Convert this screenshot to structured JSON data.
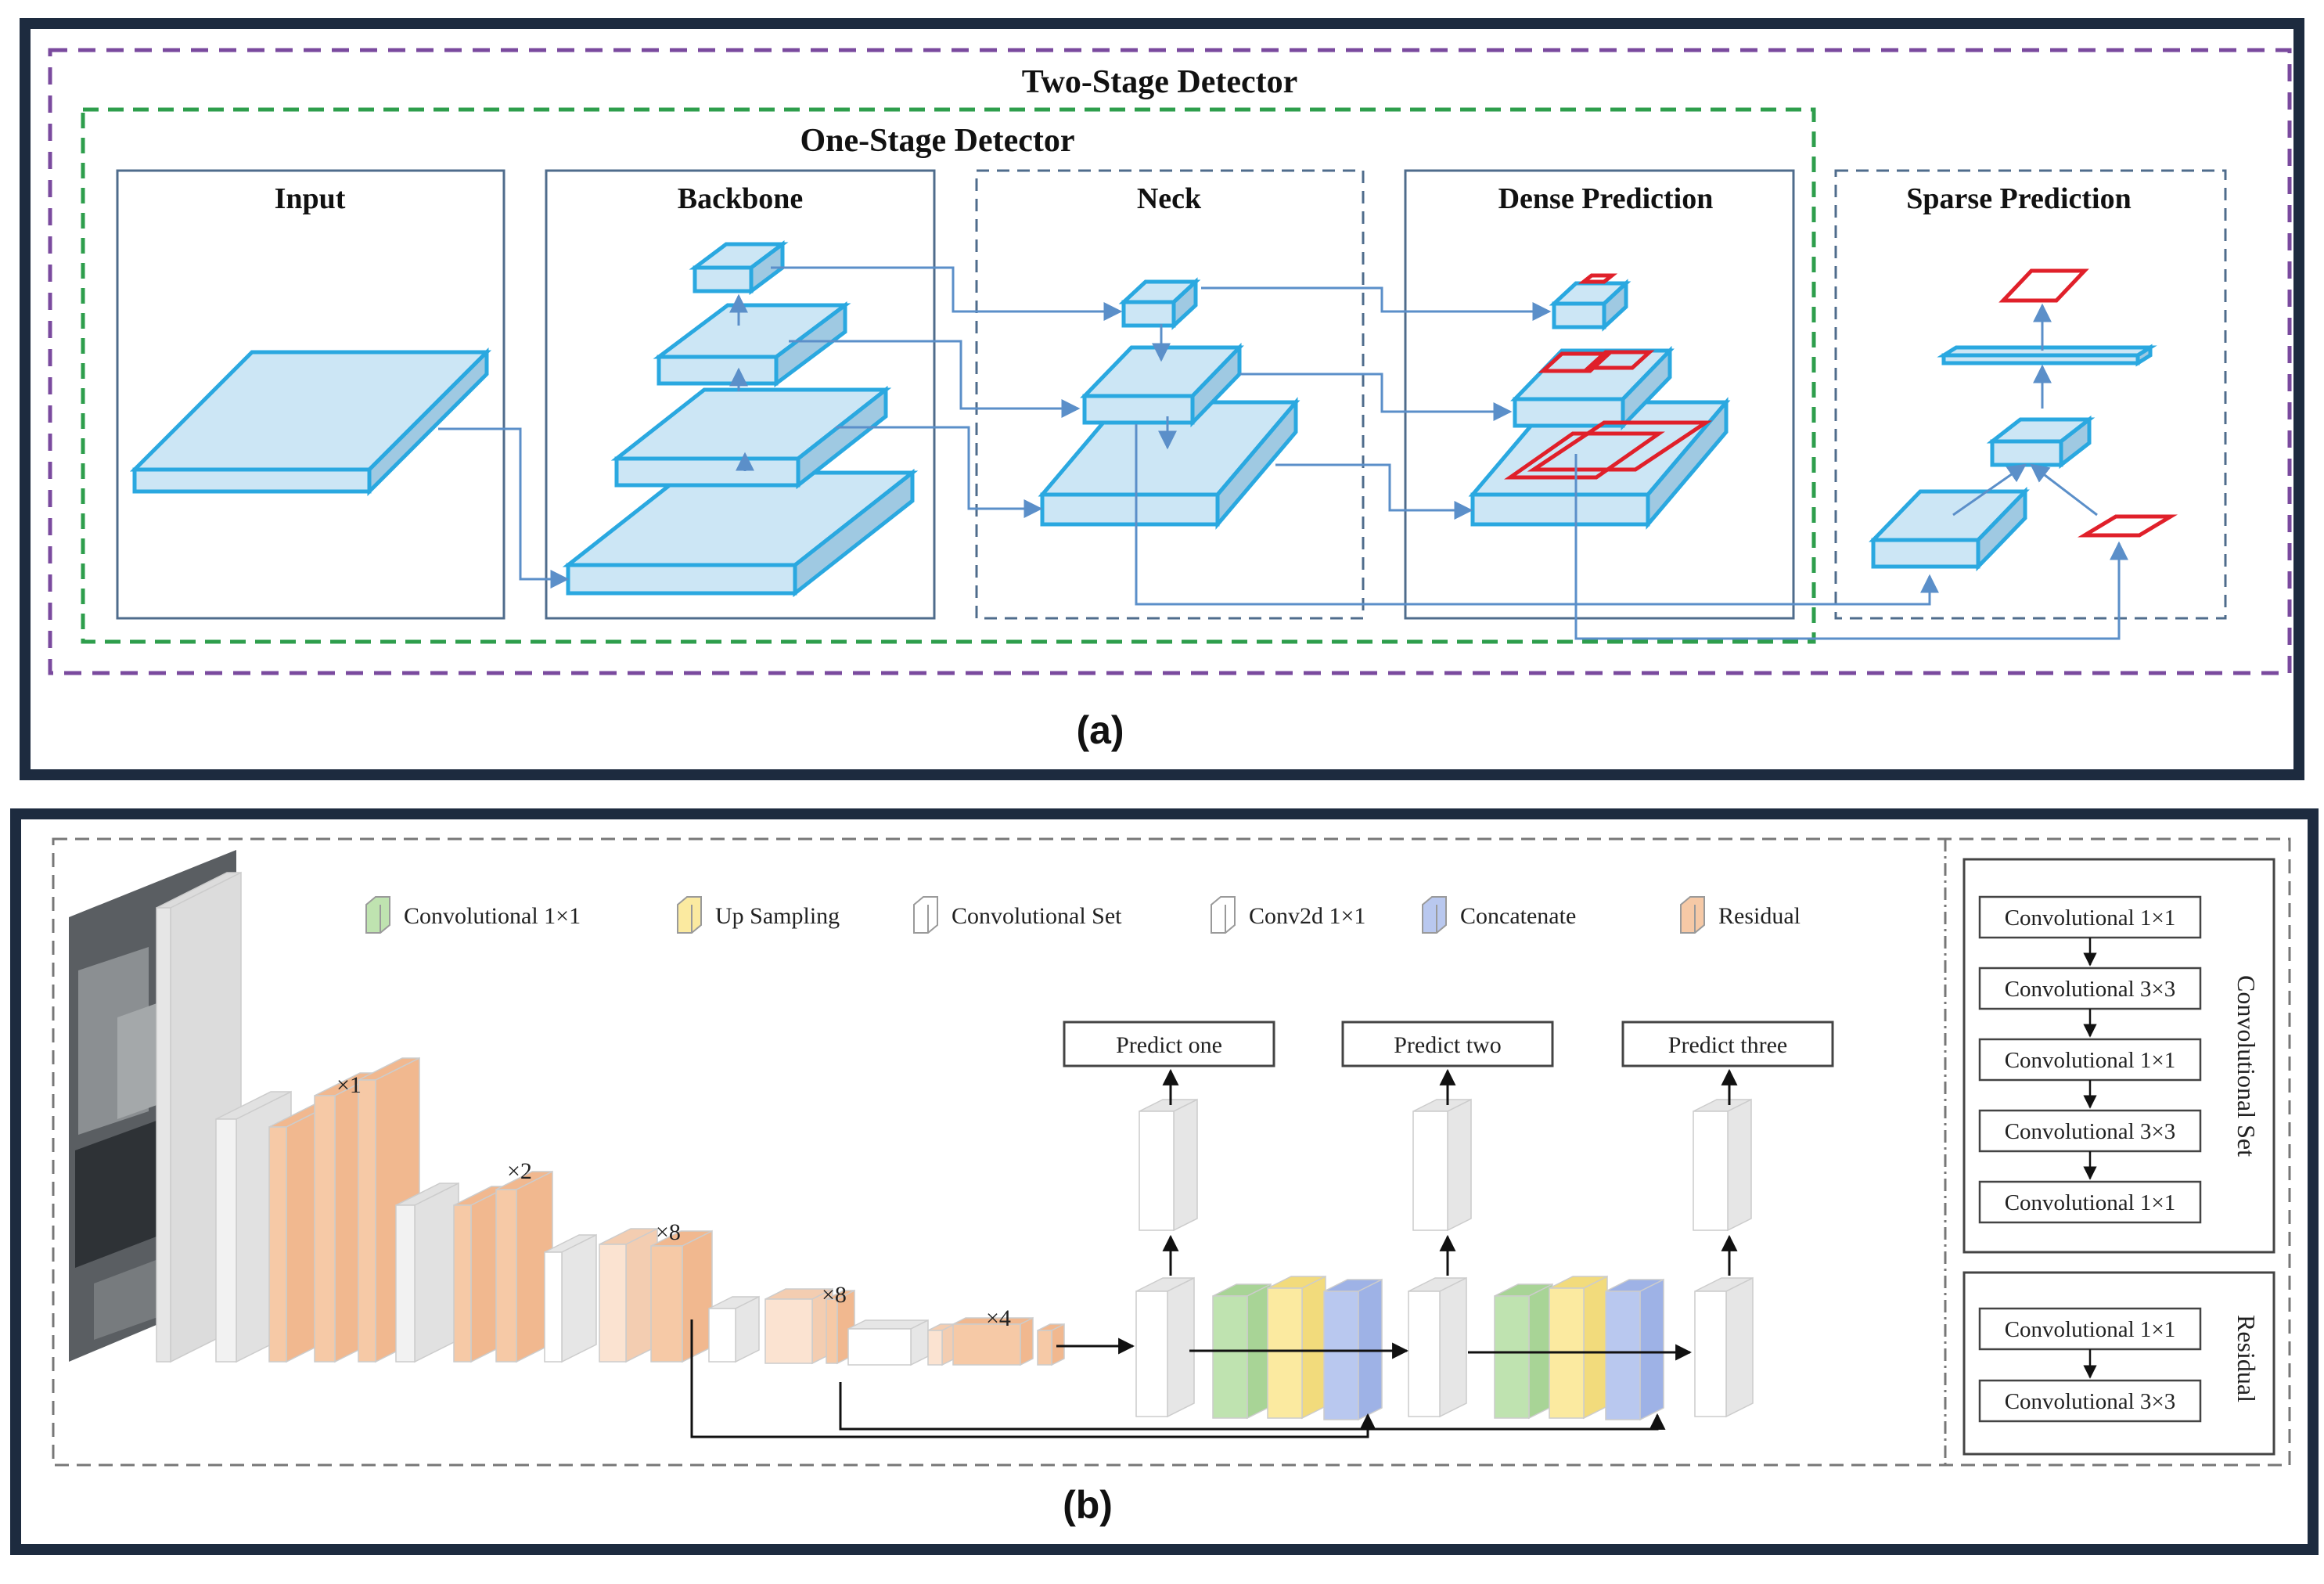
{
  "panel_a": {
    "caption": "(a)",
    "two_stage_title": "Two-Stage Detector",
    "one_stage_title": "One-Stage Detector",
    "stages": {
      "input": "Input",
      "backbone": "Backbone",
      "neck": "Neck",
      "dense": "Dense Prediction",
      "sparse": "Sparse Prediction"
    },
    "colors": {
      "block_fill": "#cce6f5",
      "block_edge": "#2aa8e0",
      "box_red": "#e0202a",
      "arrow": "#5b8fc9",
      "purple": "#7a4a9e",
      "green": "#2e9e4c"
    }
  },
  "panel_b": {
    "caption": "(b)",
    "legend": [
      {
        "label": "Convolutional 1×1",
        "color": "#bfe3b0"
      },
      {
        "label": "Up Sampling",
        "color": "#fbeaa0"
      },
      {
        "label": "Convolutional Set",
        "color": "#ffffff"
      },
      {
        "label": "Conv2d 1×1",
        "color": "#ffffff"
      },
      {
        "label": "Concatenate",
        "color": "#b9c8ef"
      },
      {
        "label": "Residual",
        "color": "#f6c9a6"
      }
    ],
    "multipliers": [
      "×1",
      "×2",
      "×8",
      "×8",
      "×4"
    ],
    "predicts": [
      "Predict one",
      "Predict two",
      "Predict three"
    ],
    "conv_set_title": "Convolutional Set",
    "conv_set_items": [
      "Convolutional   1×1",
      "Convolutional   3×3",
      "Convolutional   1×1",
      "Convolutional   3×3",
      "Convolutional   1×1"
    ],
    "residual_title": "Residual",
    "residual_items": [
      "Convolutional   1×1",
      "Convolutional   3×3"
    ],
    "colors": {
      "residual": "#f6c9a6",
      "residual_light": "#fbe3d1",
      "grey": "#e2e2e2",
      "green": "#bfe3b0",
      "yellow": "#fbeaa0",
      "blue": "#b9c8ef"
    }
  }
}
